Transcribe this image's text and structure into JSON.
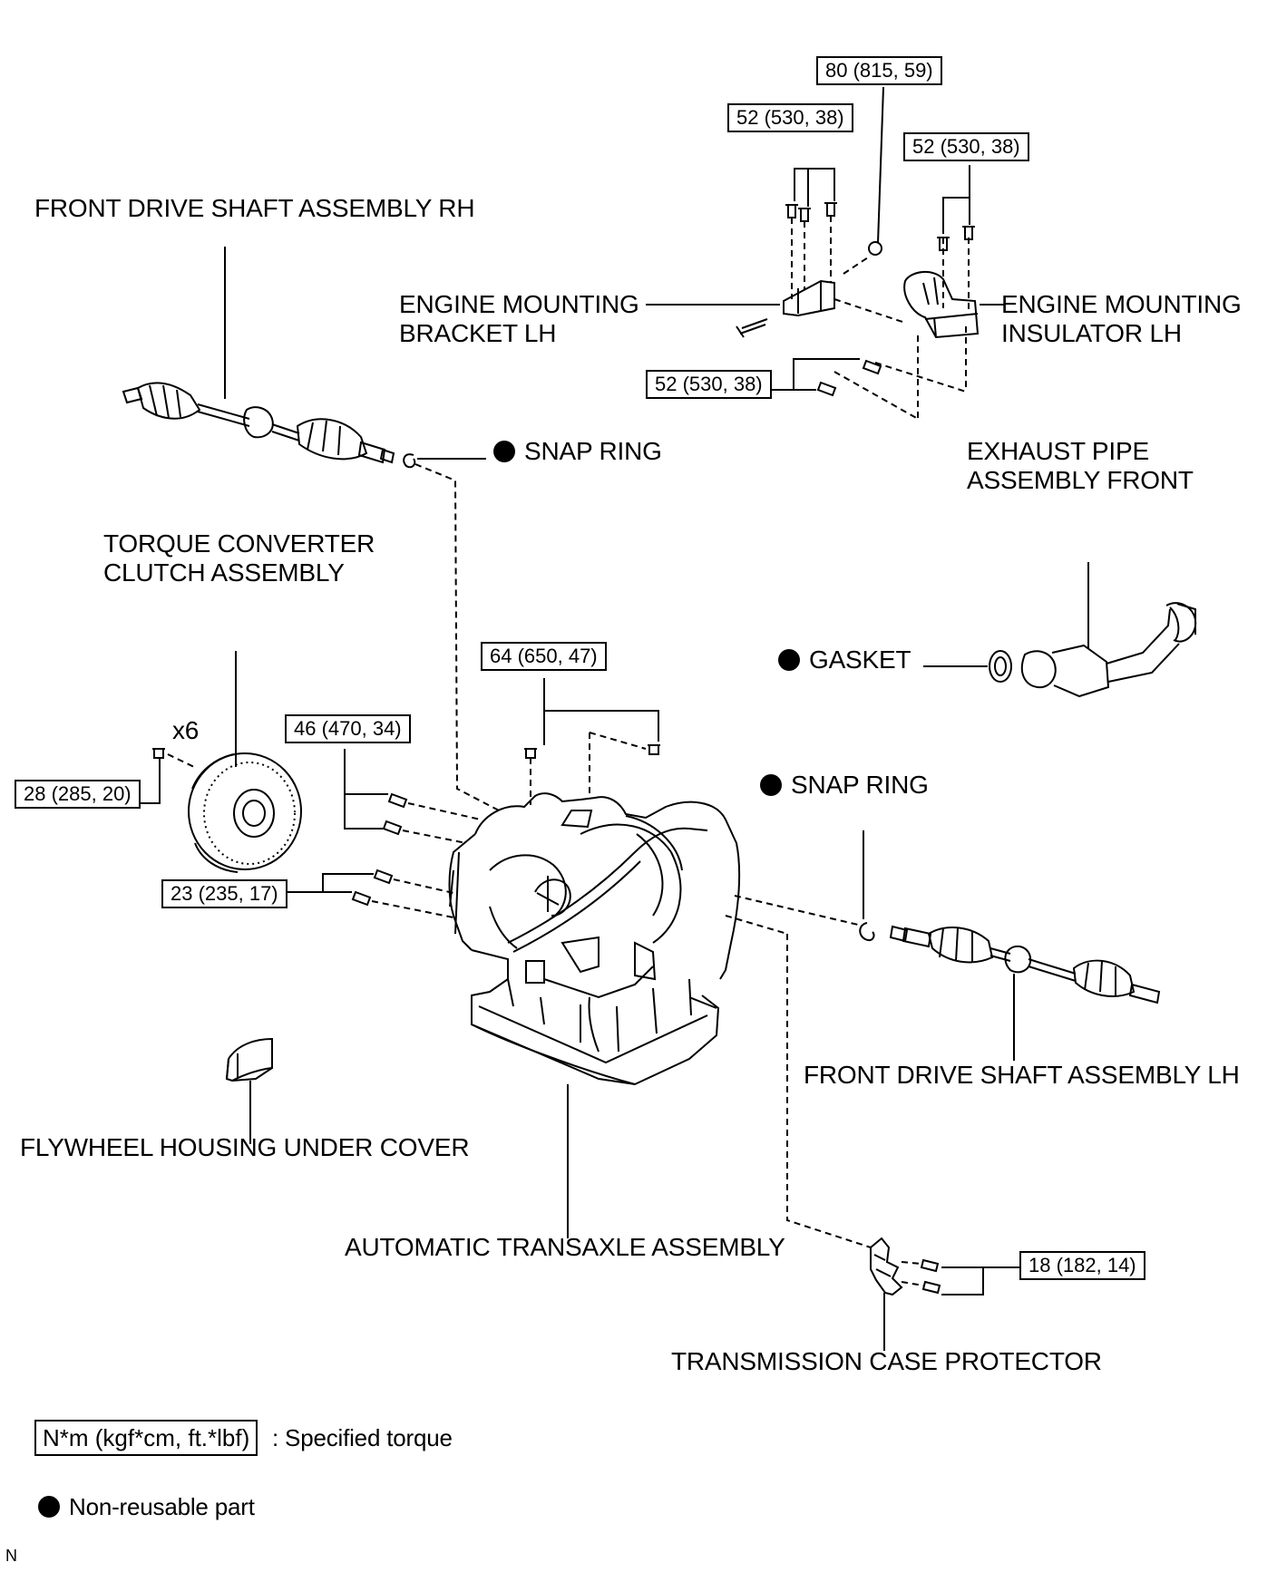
{
  "labels": {
    "front_drive_shaft_rh": "FRONT DRIVE SHAFT ASSEMBLY RH",
    "engine_mounting_bracket_lh_1": "ENGINE MOUNTING",
    "engine_mounting_bracket_lh_2": "BRACKET LH",
    "engine_mounting_insulator_lh_1": "ENGINE MOUNTING",
    "engine_mounting_insulator_lh_2": "INSULATOR LH",
    "snap_ring": "SNAP RING",
    "exhaust_pipe_1": "EXHAUST PIPE",
    "exhaust_pipe_2": "ASSEMBLY FRONT",
    "torque_converter_1": "TORQUE CONVERTER",
    "torque_converter_2": "CLUTCH ASSEMBLY",
    "gasket": "GASKET",
    "x6": "x6",
    "front_drive_shaft_lh": "FRONT DRIVE SHAFT ASSEMBLY LH",
    "flywheel_cover": "FLYWHEEL HOUSING UNDER COVER",
    "automatic_transaxle": "AUTOMATIC TRANSAXLE ASSEMBLY",
    "transmission_case_protector": "TRANSMISSION CASE PROTECTOR",
    "corner_mark": "N"
  },
  "torques": {
    "t80": "80 (815, 59)",
    "t52_bracket": "52 (530, 38)",
    "t52_insulator": "52 (530, 38)",
    "t52_lower": "52 (530, 38)",
    "t64": "64 (650, 47)",
    "t46": "46 (470, 34)",
    "t28": "28 (285, 20)",
    "t23": "23 (235, 17)",
    "t18": "18 (182, 14)"
  },
  "legend": {
    "unit_box": "N*m (kgf*cm, ft.*lbf)",
    "unit_text": ": Specified torque",
    "non_reusable": "Non-reusable part"
  }
}
